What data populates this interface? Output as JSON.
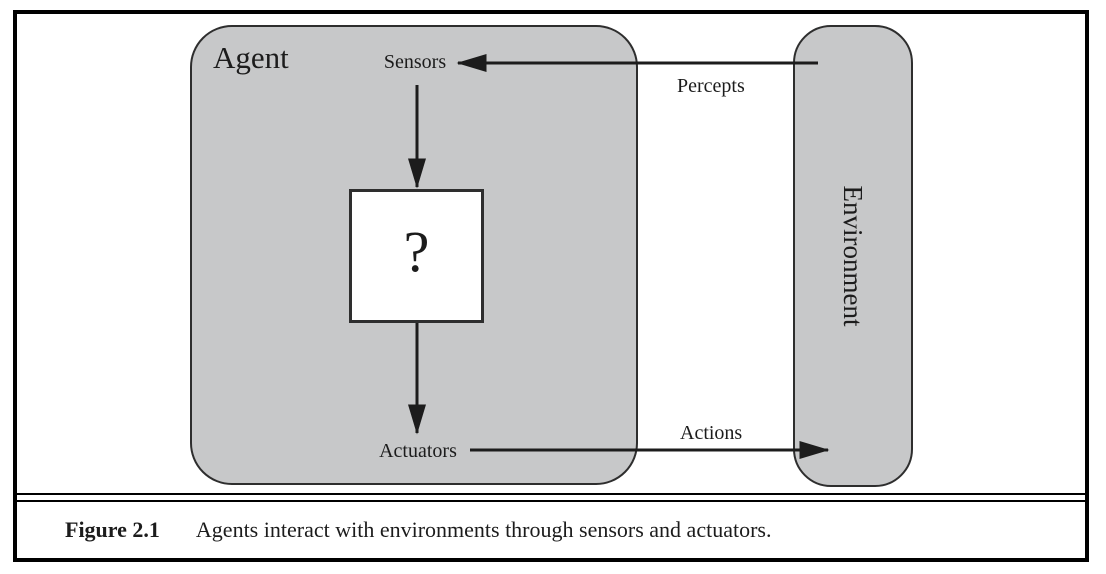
{
  "figure": {
    "caption_label": "Figure 2.1",
    "caption_text": "Agents interact with environments through sensors and actuators."
  },
  "diagram": {
    "agent": {
      "label": "Agent"
    },
    "environment": {
      "label": "Environment"
    },
    "sensors_label": "Sensors",
    "actuators_label": "Actuators",
    "percepts_label": "Percepts",
    "actions_label": "Actions",
    "agent_program_symbol": "?"
  },
  "colors": {
    "node_fill": "#c7c8c9",
    "node_border": "#2e2e2e",
    "arrow": "#1c1c1c",
    "frame_border": "#000000",
    "background": "#ffffff"
  }
}
